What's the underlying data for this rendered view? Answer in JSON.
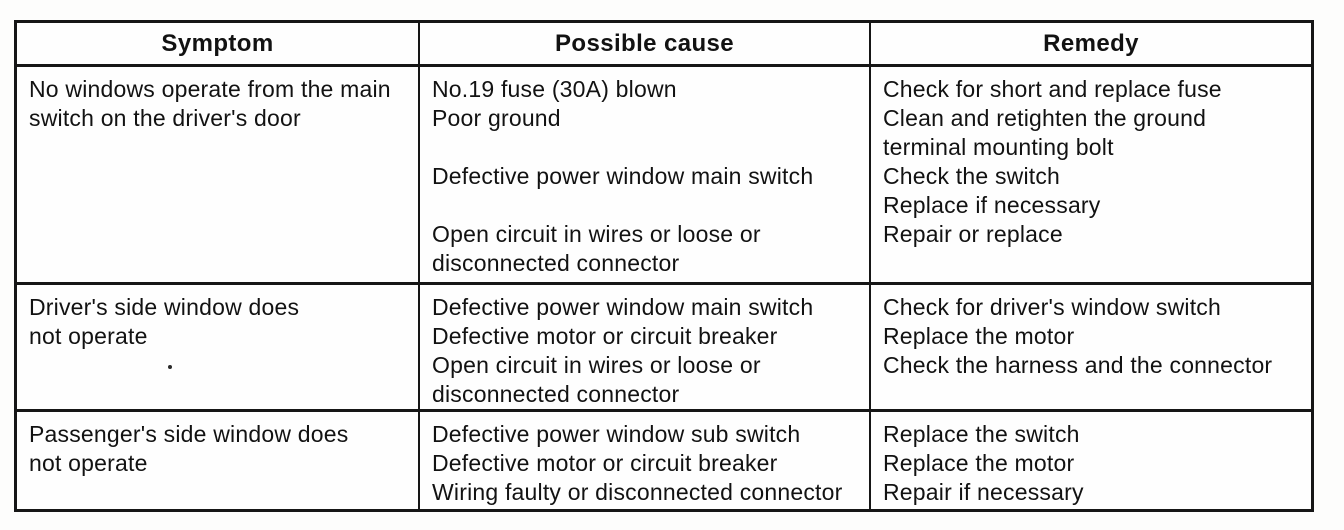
{
  "table": {
    "title": "power-window-troubleshooting",
    "headers": [
      "Symptom",
      "Possible cause",
      "Remedy"
    ],
    "rows": [
      {
        "symptom": [
          "No windows operate from the main",
          "switch on the driver's door"
        ],
        "cause": [
          "No.19 fuse (30A) blown",
          "Poor ground",
          "",
          "Defective power window main switch",
          "",
          "Open circuit in wires or loose or",
          "disconnected connector"
        ],
        "remedy": [
          "Check for short and replace fuse",
          "Clean and retighten the ground",
          "terminal mounting bolt",
          "Check the switch",
          "Replace if necessary",
          "Repair or replace"
        ]
      },
      {
        "symptom": [
          "Driver's side window does",
          "not operate"
        ],
        "cause": [
          "Defective power window main switch",
          "Defective motor or circuit breaker",
          "Open circuit in wires or loose or",
          "disconnected connector"
        ],
        "remedy": [
          "Check for driver's window switch",
          "Replace the motor",
          "Check the harness and the connector"
        ]
      },
      {
        "symptom": [
          "Passenger's side window does",
          "not operate"
        ],
        "cause": [
          "Defective power window sub switch",
          "Defective motor or circuit breaker",
          "Wiring faulty or disconnected connector"
        ],
        "remedy": [
          "Replace the switch",
          "Replace the motor",
          "Repair if necessary"
        ]
      }
    ],
    "colors": {
      "ink": "#161616",
      "paper": "#fefefe"
    }
  }
}
